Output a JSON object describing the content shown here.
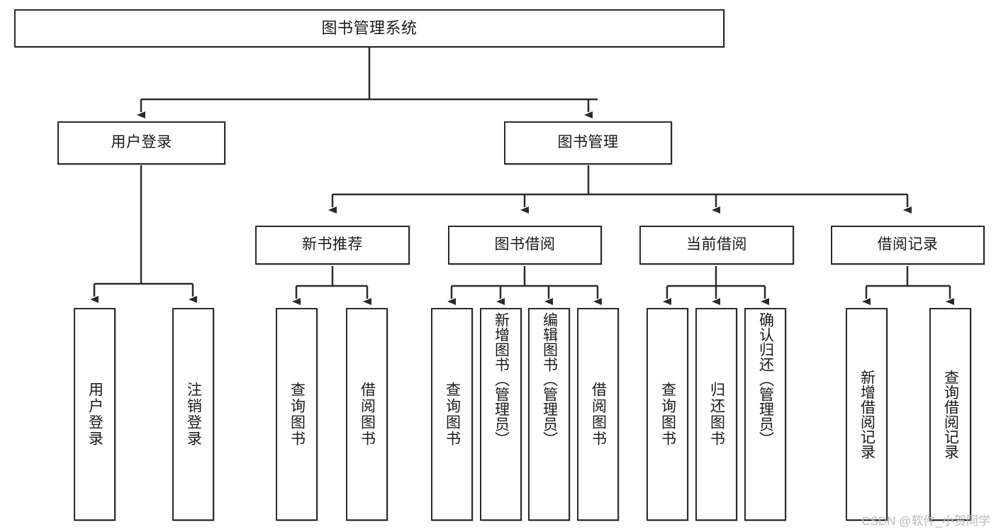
{
  "diagram": {
    "title": "图书管理系统",
    "type": "tree-hierarchy-chart",
    "watermark": "CSDN @软件_小贺同学",
    "colors": {
      "border": "#2b2b2b",
      "background": "#ffffff",
      "text": "#1a1a1a",
      "watermark": "#b9b9b9"
    },
    "root": {
      "label": "图书管理系统"
    },
    "level1": [
      {
        "label": "用户登录"
      },
      {
        "label": "图书管理"
      }
    ],
    "level2": [
      {
        "label": "新书推荐"
      },
      {
        "label": "图书借阅"
      },
      {
        "label": "当前借阅"
      },
      {
        "label": "借阅记录"
      }
    ],
    "leaves": {
      "user_login": [
        {
          "label": "用户登录"
        },
        {
          "label": "注销登录"
        }
      ],
      "new_book_recommend": [
        {
          "label": "查询图书"
        },
        {
          "label": "借阅图书"
        }
      ],
      "book_borrow": [
        {
          "label": "查询图书"
        },
        {
          "label": "新增图书（管理员）"
        },
        {
          "label": "编辑图书（管理员）"
        },
        {
          "label": "借阅图书"
        }
      ],
      "current_borrow": [
        {
          "label": "查询图书"
        },
        {
          "label": "归还图书"
        },
        {
          "label": "确认归还（管理员）"
        }
      ],
      "borrow_record": [
        {
          "label": "新增借阅记录"
        },
        {
          "label": "查询借阅记录"
        }
      ]
    }
  }
}
